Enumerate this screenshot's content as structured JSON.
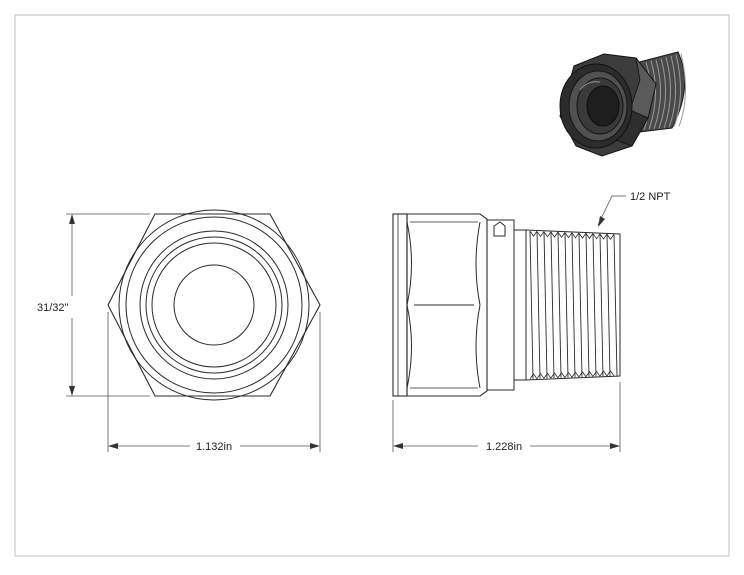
{
  "dimensions": {
    "hex_height": "31/32\"",
    "hex_width": "1.132in",
    "side_length": "1.228in",
    "thread": "1/2 NPT"
  },
  "colors": {
    "line": "#2a2a2a",
    "border": "#bfbfbf",
    "render_body": "#3c3c3c"
  }
}
